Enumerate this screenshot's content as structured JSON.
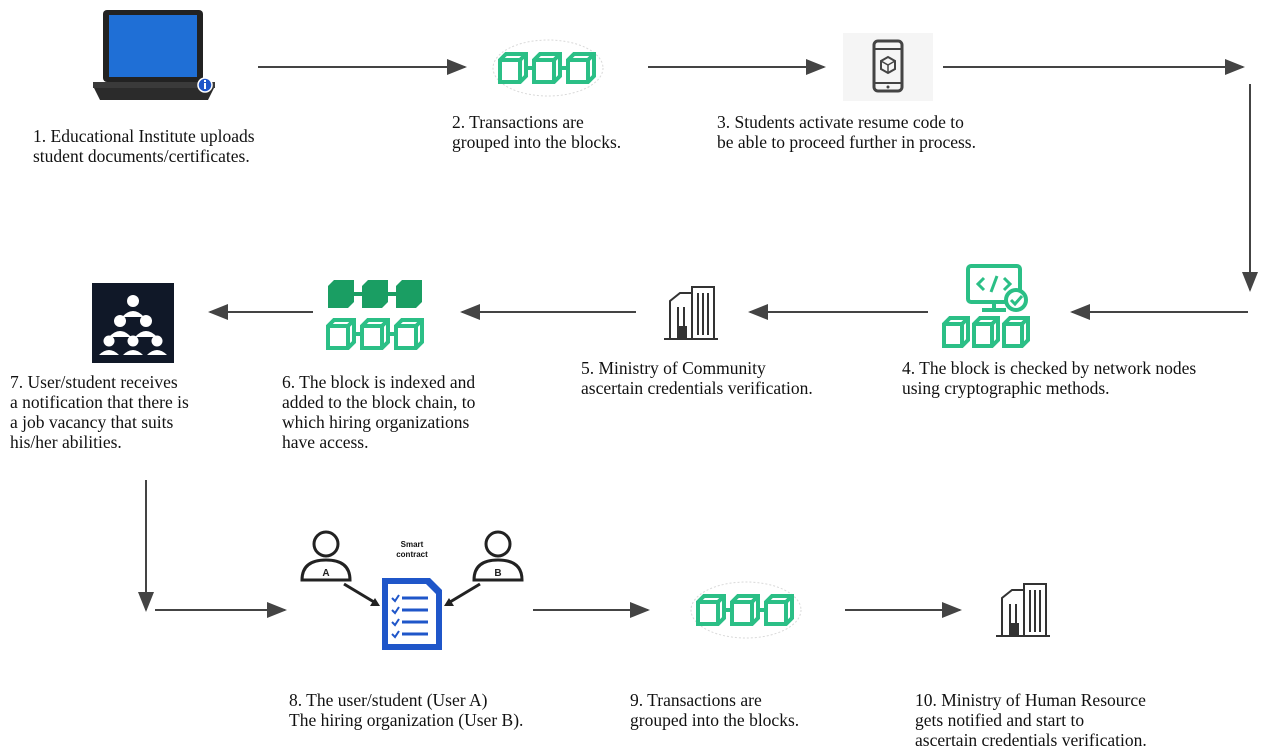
{
  "steps": [
    {
      "id": 1,
      "text": "1. Educational Institute uploads\nstudent documents/certificates.",
      "icon": "laptop-icon"
    },
    {
      "id": 2,
      "text": "2. Transactions are\ngrouped into the blocks.",
      "icon": "block-chain-icon"
    },
    {
      "id": 3,
      "text": "3. Students activate resume code to\nbe able to proceed further in process.",
      "icon": "smartphone-icon"
    },
    {
      "id": 4,
      "text": "4. The block is checked by network nodes\nusing cryptographic methods.",
      "icon": "monitor-code-check-icon"
    },
    {
      "id": 5,
      "text": "5. Ministry of Community\nascertain credentials verification.",
      "icon": "building-icon"
    },
    {
      "id": 6,
      "text": "6. The block is indexed and\nadded to the block chain, to\nwhich hiring organizations\nhave access.",
      "icon": "stacked-blocks-icon"
    },
    {
      "id": 7,
      "text": "7. User/student receives\na notification that there is\na job vacancy that suits\nhis/her abilities.",
      "icon": "people-hierarchy-icon"
    },
    {
      "id": 8,
      "text": "8. The user/student (User A)\nThe hiring organization (User B).",
      "icon": "smart-contract-icon"
    },
    {
      "id": 9,
      "text": "9. Transactions are\ngrouped into the blocks.",
      "icon": "block-chain-icon"
    },
    {
      "id": 10,
      "text": "10. Ministry of Human Resource\ngets notified and start to\nascertain credentials verification.",
      "icon": "building-icon"
    }
  ],
  "smart_contract": {
    "label_line1": "Smart",
    "label_line2": "contract",
    "user_a": "A",
    "user_b": "B"
  },
  "colors": {
    "chain_green": "#2bbf86",
    "chain_dark": "#1a9e63",
    "arrow": "#444444",
    "laptop_screen": "#1f6fd6",
    "doc_blue": "#1f56c9"
  }
}
